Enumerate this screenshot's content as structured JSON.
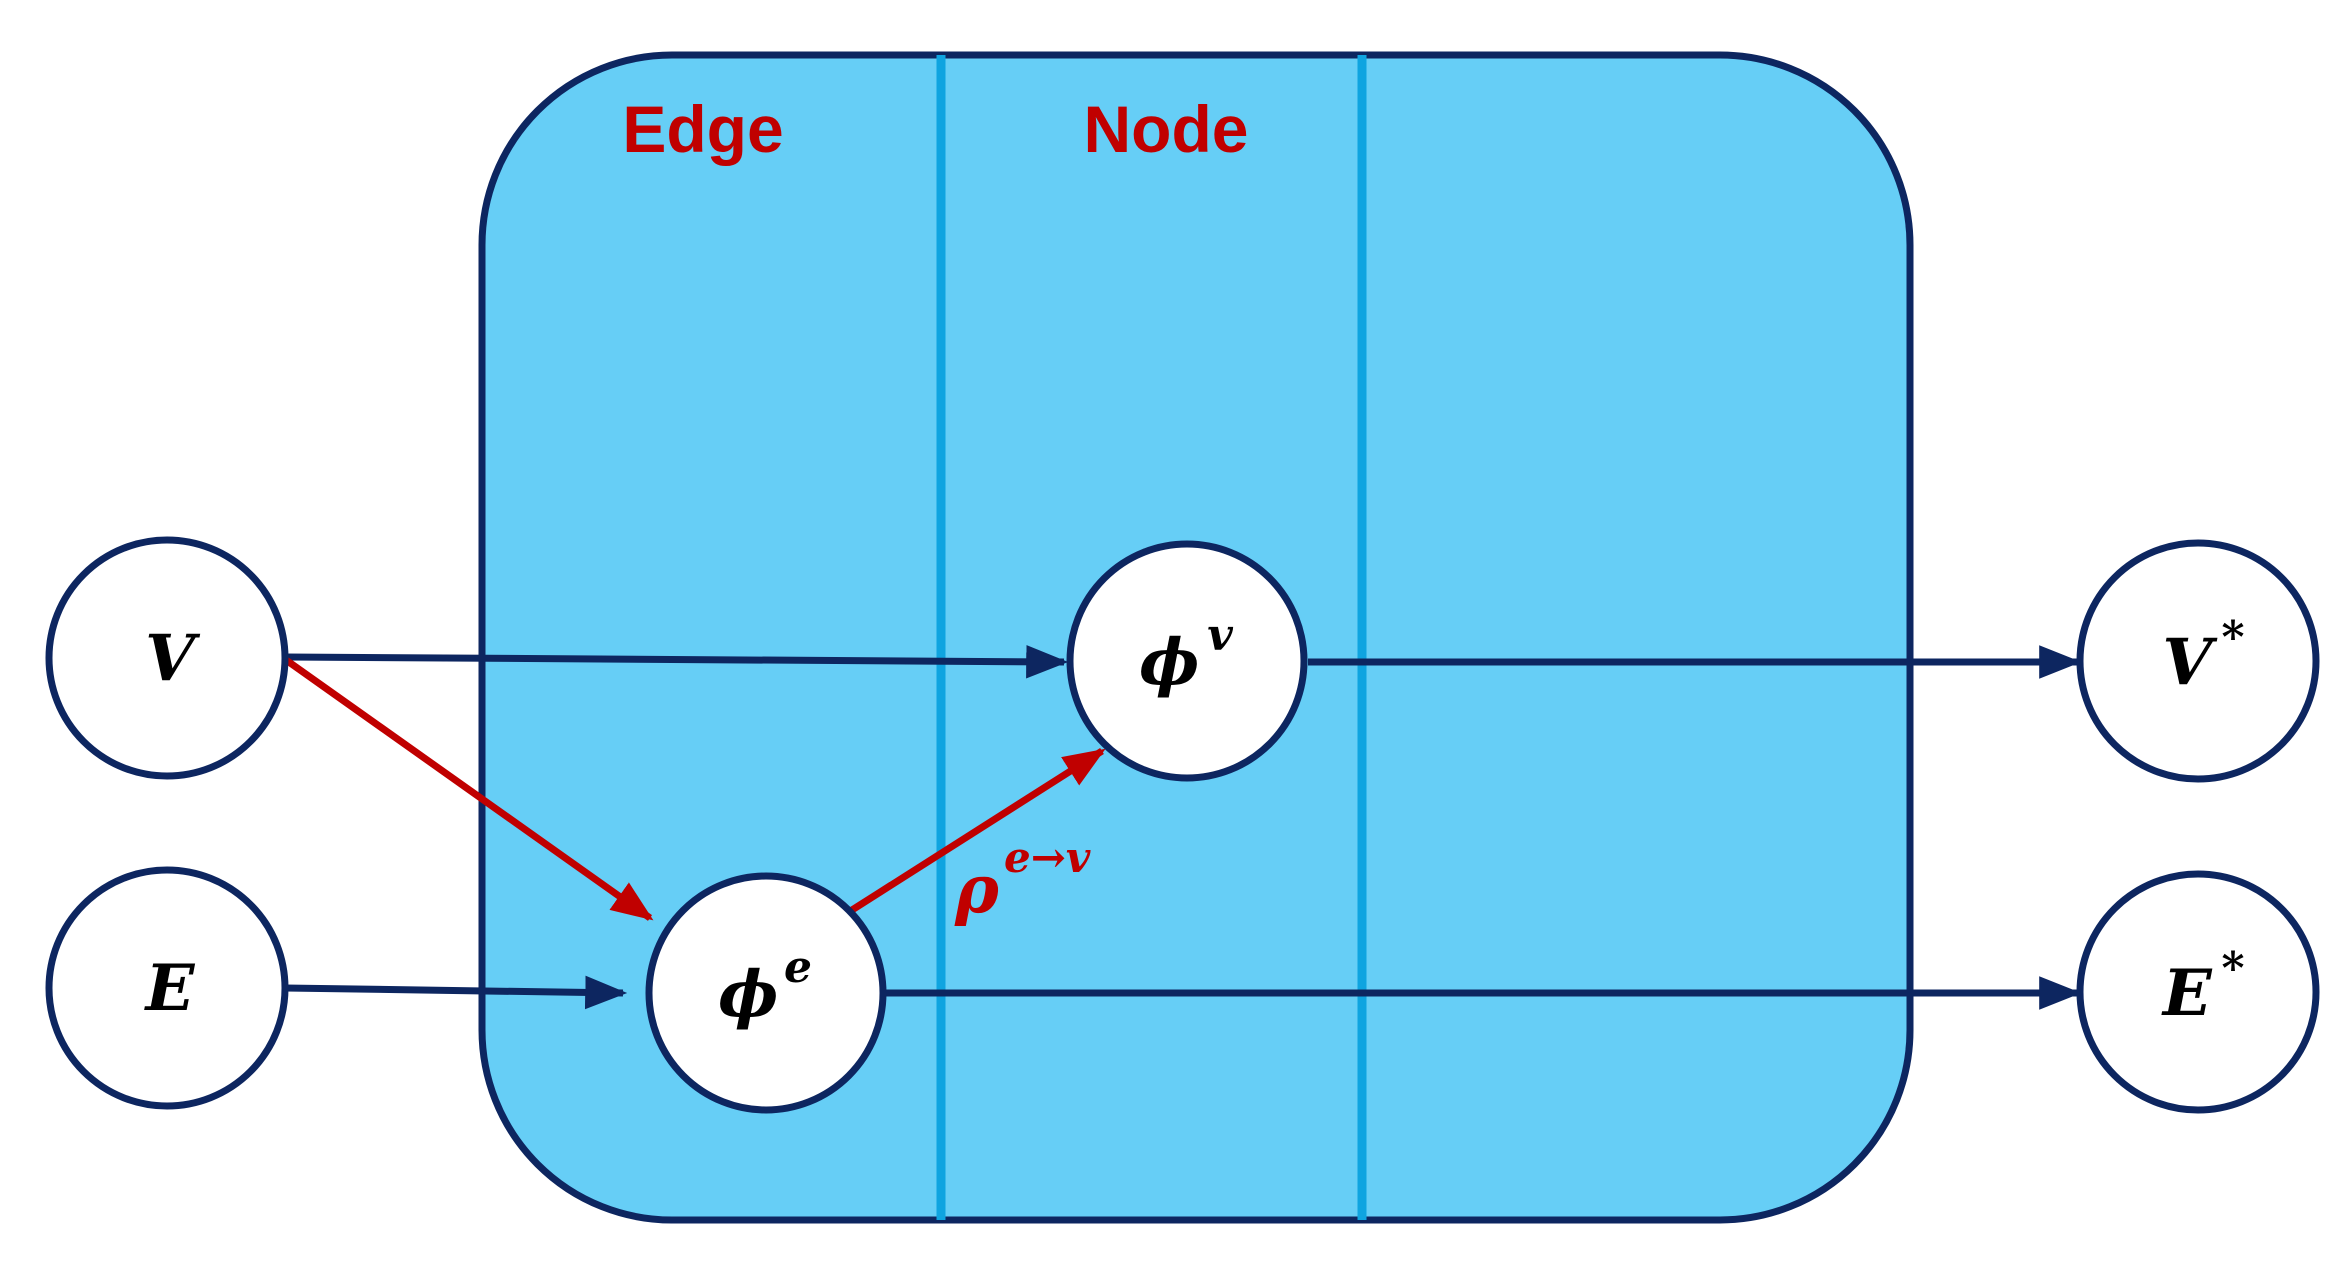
{
  "colors": {
    "block_fill": "#66CEF6",
    "block_border": "#0D2660",
    "divider": "#0FA4E0",
    "node_border": "#0D2660",
    "arrow_dark": "#0D2660",
    "arrow_red": "#C00000",
    "label_red": "#C00000",
    "node_fill": "#FFFFFF",
    "text": "#000000"
  },
  "block": {
    "section_labels": {
      "edge": "Edge",
      "node": "Node"
    }
  },
  "nodes": {
    "v_in": {
      "main": "V",
      "sup": ""
    },
    "e_in": {
      "main": "E",
      "sup": ""
    },
    "phi_e": {
      "main": "ϕ",
      "sup": "e"
    },
    "phi_v": {
      "main": "ϕ",
      "sup": "v"
    },
    "v_out": {
      "main": "V",
      "sup": "*"
    },
    "e_out": {
      "main": "E",
      "sup": "*"
    }
  },
  "edges": {
    "aggregation_label": {
      "main": "ρ",
      "sup": "e→v"
    }
  }
}
